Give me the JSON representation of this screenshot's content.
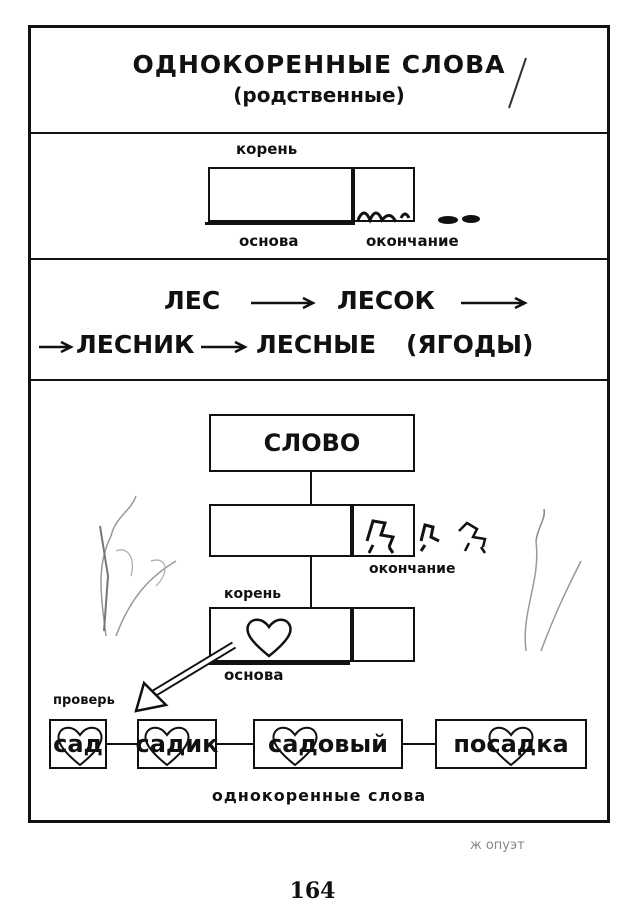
{
  "header": {
    "title": "ОДНОКОРЕННЫЕ СЛОВА",
    "subtitle": "(родственные)"
  },
  "structure": {
    "root_label": "корень",
    "stem_label": "основа",
    "ending_label": "окончание"
  },
  "chain": {
    "words": [
      "ЛЕС",
      "ЛЕСОК",
      "ЛЕСНИК",
      "ЛЕСНЫЕ"
    ],
    "note": "(ЯГОДЫ)"
  },
  "diagram": {
    "word_label": "СЛОВО",
    "ending_label": "окончание",
    "root_label": "корень",
    "stem_label": "основа",
    "check_label": "проверь",
    "examples": [
      "сад",
      "садик",
      "садовый",
      "посадка"
    ],
    "caption": "однокоренные слова"
  },
  "footer": {
    "faded_text": "ж опуэт",
    "page_number": "164"
  }
}
